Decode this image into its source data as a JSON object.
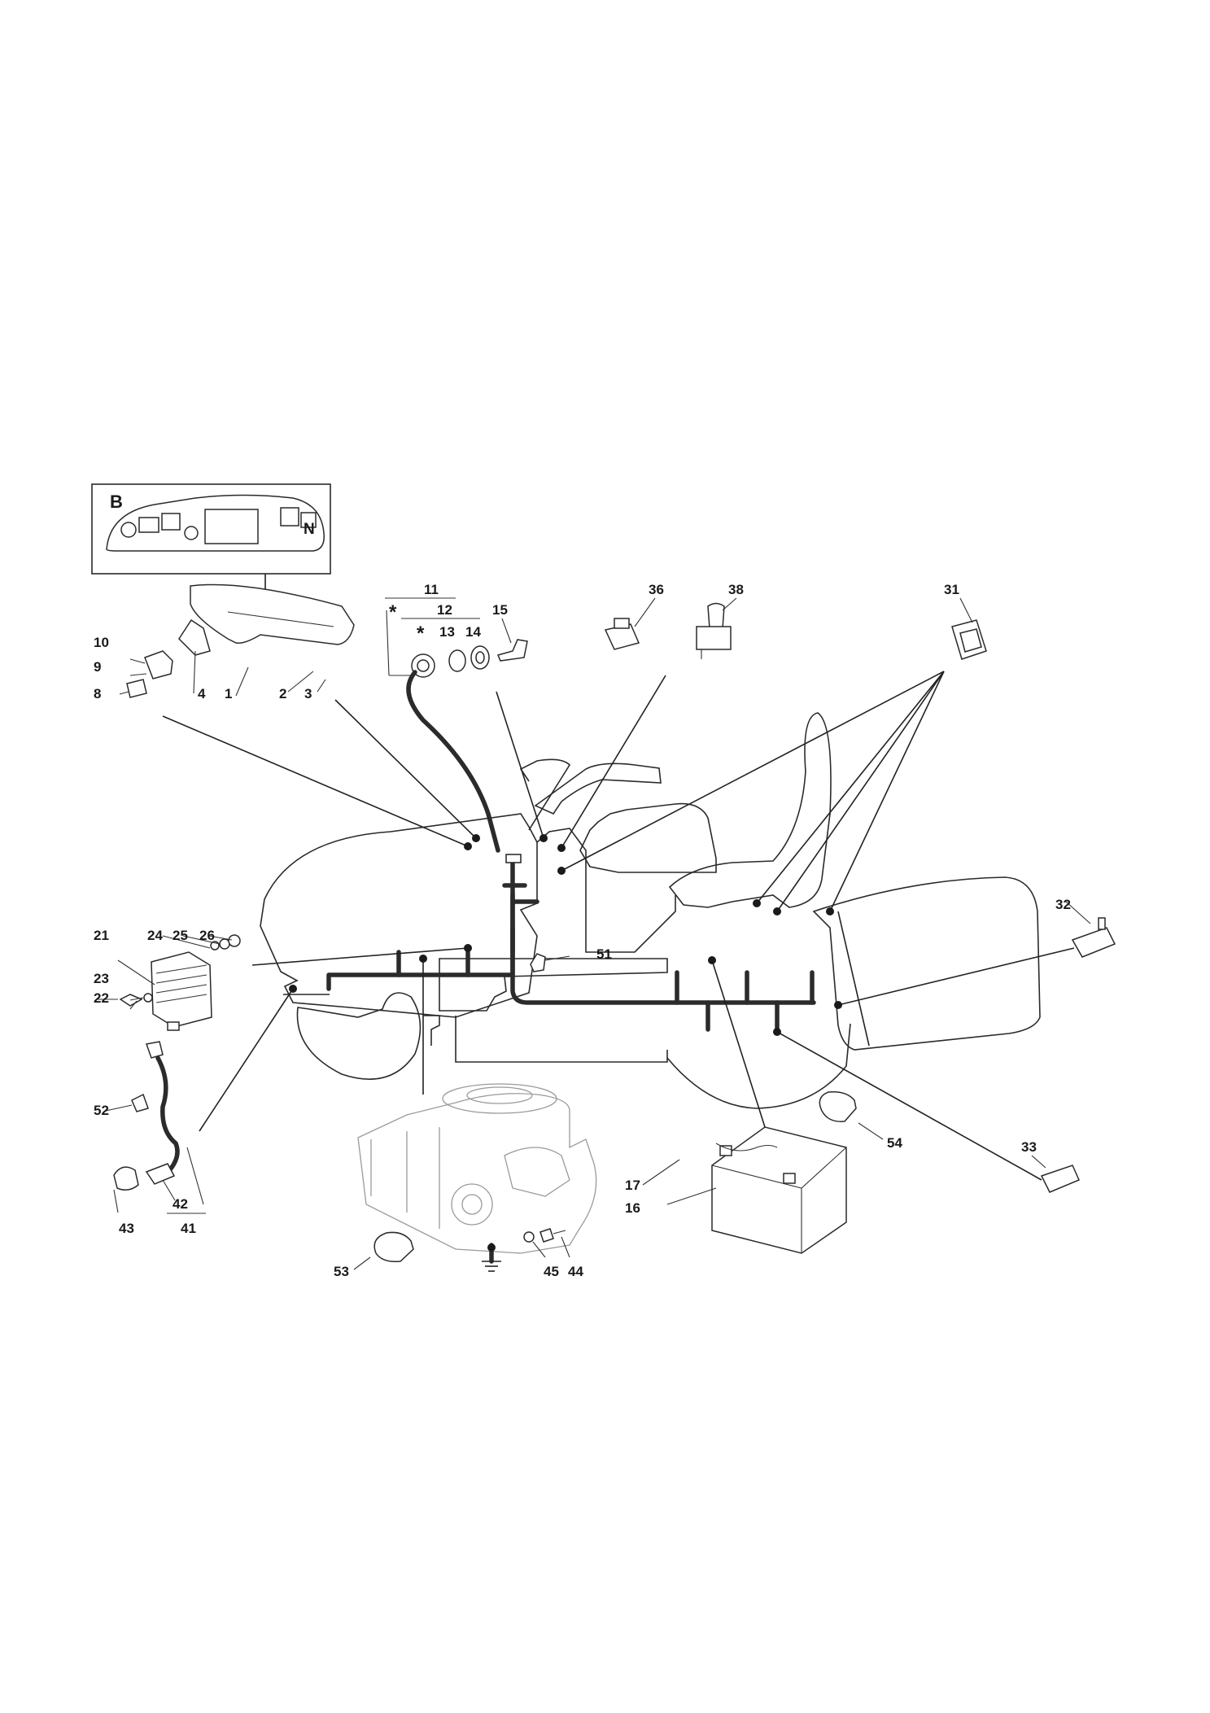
{
  "inset": {
    "letter": "B",
    "neutral_symbol": "N"
  },
  "labels": [
    {
      "id": "p1",
      "text": "1"
    },
    {
      "id": "p2",
      "text": "2"
    },
    {
      "id": "p3",
      "text": "3"
    },
    {
      "id": "p4",
      "text": "4"
    },
    {
      "id": "p8",
      "text": "8"
    },
    {
      "id": "p9",
      "text": "9"
    },
    {
      "id": "p10",
      "text": "10"
    },
    {
      "id": "p11",
      "text": "11"
    },
    {
      "id": "p12",
      "text": "12"
    },
    {
      "id": "p13",
      "text": "13"
    },
    {
      "id": "p14",
      "text": "14"
    },
    {
      "id": "p15",
      "text": "15"
    },
    {
      "id": "p16",
      "text": "16"
    },
    {
      "id": "p17",
      "text": "17"
    },
    {
      "id": "p21",
      "text": "21"
    },
    {
      "id": "p22",
      "text": "22"
    },
    {
      "id": "p23",
      "text": "23"
    },
    {
      "id": "p24",
      "text": "24"
    },
    {
      "id": "p25",
      "text": "25"
    },
    {
      "id": "p26",
      "text": "26"
    },
    {
      "id": "p31",
      "text": "31"
    },
    {
      "id": "p32",
      "text": "32"
    },
    {
      "id": "p33",
      "text": "33"
    },
    {
      "id": "p36",
      "text": "36"
    },
    {
      "id": "p38",
      "text": "38"
    },
    {
      "id": "p41",
      "text": "41"
    },
    {
      "id": "p42",
      "text": "42"
    },
    {
      "id": "p43",
      "text": "43"
    },
    {
      "id": "p44",
      "text": "44"
    },
    {
      "id": "p45",
      "text": "45"
    },
    {
      "id": "p51",
      "text": "51"
    },
    {
      "id": "p52",
      "text": "52"
    },
    {
      "id": "p53",
      "text": "53"
    },
    {
      "id": "p54",
      "text": "54"
    }
  ],
  "markers": {
    "star": "*"
  }
}
